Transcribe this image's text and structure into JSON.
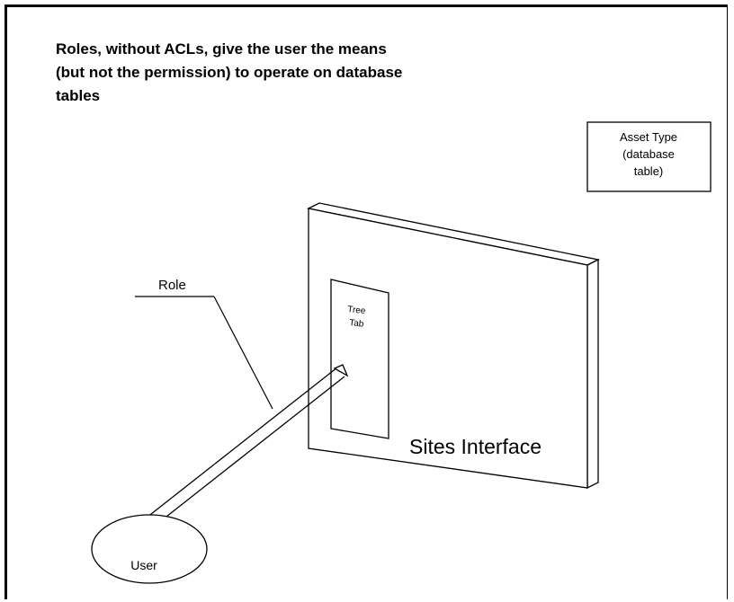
{
  "title_lines": [
    "Roles, without ACLs, give the user the means",
    "(but not the permission) to operate on database",
    "tables"
  ],
  "asset_box": {
    "lines": [
      "Asset Type",
      "(database",
      "table)"
    ]
  },
  "role_label": "Role",
  "tree_tab_lines": [
    "Tree",
    "Tab"
  ],
  "sites_interface_label": "Sites Interface",
  "user_label": "User"
}
